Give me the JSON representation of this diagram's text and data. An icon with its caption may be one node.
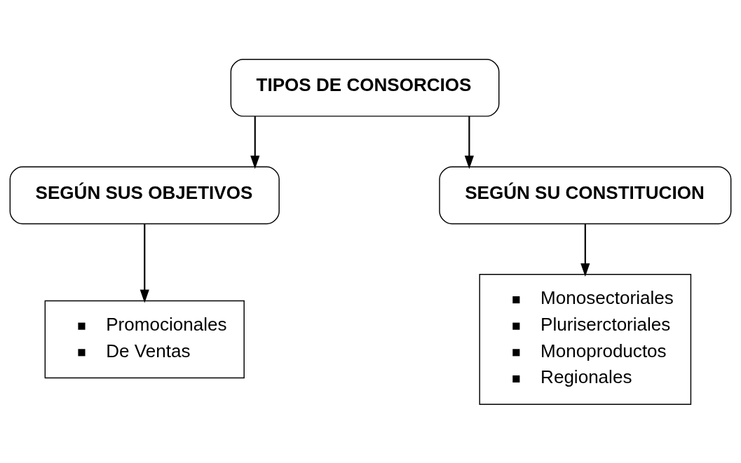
{
  "diagram": {
    "nodes": [
      {
        "text": [
          "TIPOS DE CONSORCIOS"
        ]
      },
      {
        "text": [
          "SEGÚN SUS OBJETIVOS"
        ]
      },
      {
        "text": [
          "SEGÚN SU CONSTITUCION"
        ]
      },
      {
        "text": [
          "Promocionales",
          "De Ventas"
        ]
      },
      {
        "text": [
          "Monosectoriales",
          "Pluriserctoriales",
          "Monoproductos",
          "Regionales"
        ]
      }
    ],
    "edges": [
      {
        "from": 0,
        "to": 1,
        "arrow": "to"
      },
      {
        "from": 0,
        "to": 2,
        "arrow": "to"
      },
      {
        "from": 1,
        "to": 3,
        "arrow": "to"
      },
      {
        "from": 2,
        "to": 4,
        "arrow": "to"
      }
    ]
  }
}
